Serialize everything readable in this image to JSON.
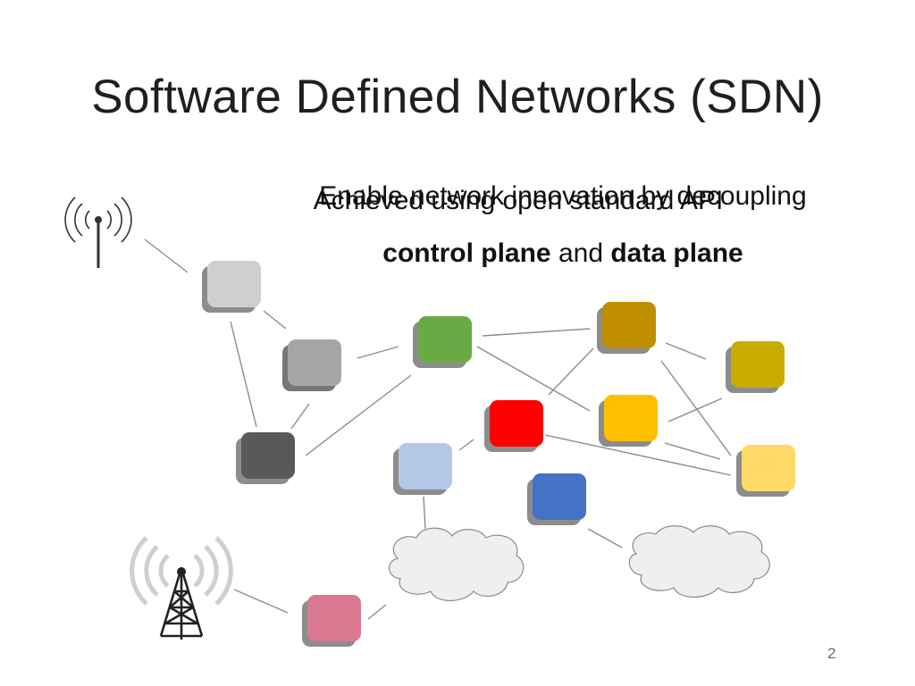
{
  "slide": {
    "title": "Software Defined Networks (SDN)",
    "line1_a": "Enable network innovation by decoupling",
    "line1_b": "Achieved using open standard API",
    "line2_bold1": "control plane",
    "line2_mid": " and ",
    "line2_bold2": "data plane",
    "page_number": "2"
  },
  "nodes": [
    {
      "name": "switch-light-gray",
      "color": "#cfcfcf"
    },
    {
      "name": "switch-medium-gray",
      "color": "#a6a6a6"
    },
    {
      "name": "switch-dark-gray",
      "color": "#595959"
    },
    {
      "name": "switch-green",
      "color": "#6aaa44"
    },
    {
      "name": "switch-dark-gold",
      "color": "#bf8f00"
    },
    {
      "name": "switch-olive",
      "color": "#c9ac00"
    },
    {
      "name": "switch-red",
      "color": "#ff0000"
    },
    {
      "name": "switch-amber",
      "color": "#ffc000"
    },
    {
      "name": "switch-pale-yellow",
      "color": "#ffd966"
    },
    {
      "name": "switch-light-blue",
      "color": "#b4c7e7"
    },
    {
      "name": "switch-blue",
      "color": "#4472c4"
    },
    {
      "name": "switch-pink",
      "color": "#d97890"
    }
  ],
  "icons": [
    "antenna-icon",
    "cell-tower-icon",
    "cloud-icon"
  ]
}
